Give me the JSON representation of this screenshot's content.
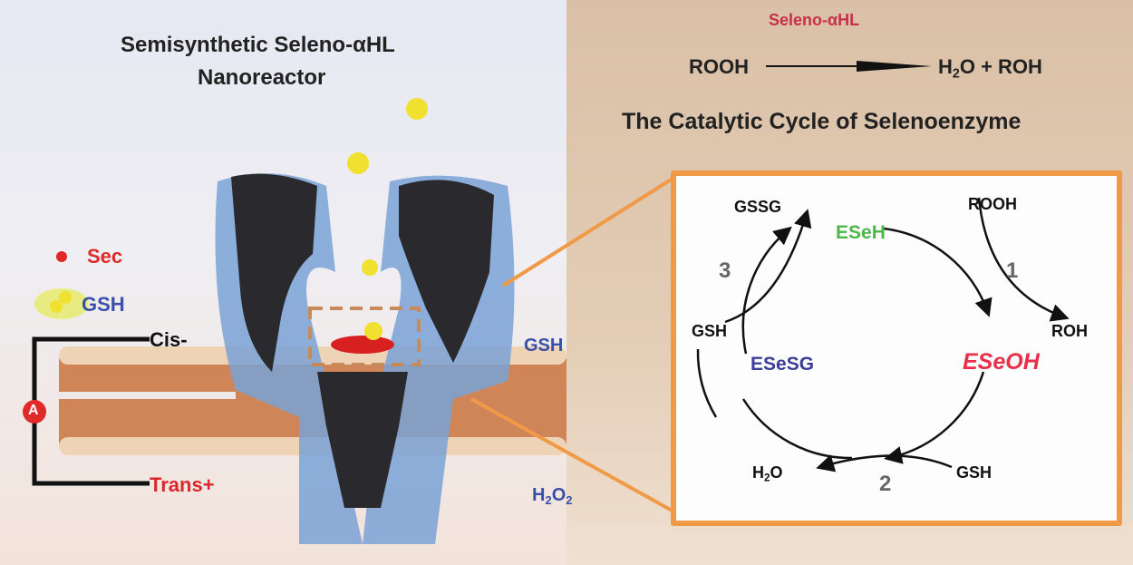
{
  "left_panel": {
    "title_line1": "Semisynthetic Seleno-αHL",
    "title_line2": "Nanoreactor",
    "legend": {
      "sec_label": "Sec",
      "gsh_label": "GSH"
    },
    "circuit": {
      "cis_label": "Cis-",
      "trans_label": "Trans+",
      "ammeter_symbol": "A"
    },
    "gsh_label": "GSH",
    "h2o2_label": "H2O2",
    "colors": {
      "sec": "#e02a2a",
      "gsh": "#3a4fa8",
      "membrane": "#c9733e"
    }
  },
  "right_panel": {
    "reaction": {
      "reactant": "ROOH",
      "catalyst": "Seleno-αHL",
      "product": "H2O + ROH"
    },
    "cycle_title": "The Catalytic Cycle of Selenoenzyme",
    "cycle": {
      "ESeH": "ESeH",
      "ESeOH": "ESeOH",
      "ESeSG": "ESeSG",
      "step1": "1",
      "step2": "2",
      "step3": "3",
      "step1_in": "ROOH",
      "step1_out": "ROH",
      "step2_in": "GSH",
      "step2_out": "H2O",
      "step3_in": "GSH",
      "step3_out": "GSSG"
    },
    "colors": {
      "ESeH": "#4cb848",
      "ESeOH": "#e8304a",
      "ESeSG": "#3a3e9a",
      "box_border": "#f09a48"
    }
  }
}
